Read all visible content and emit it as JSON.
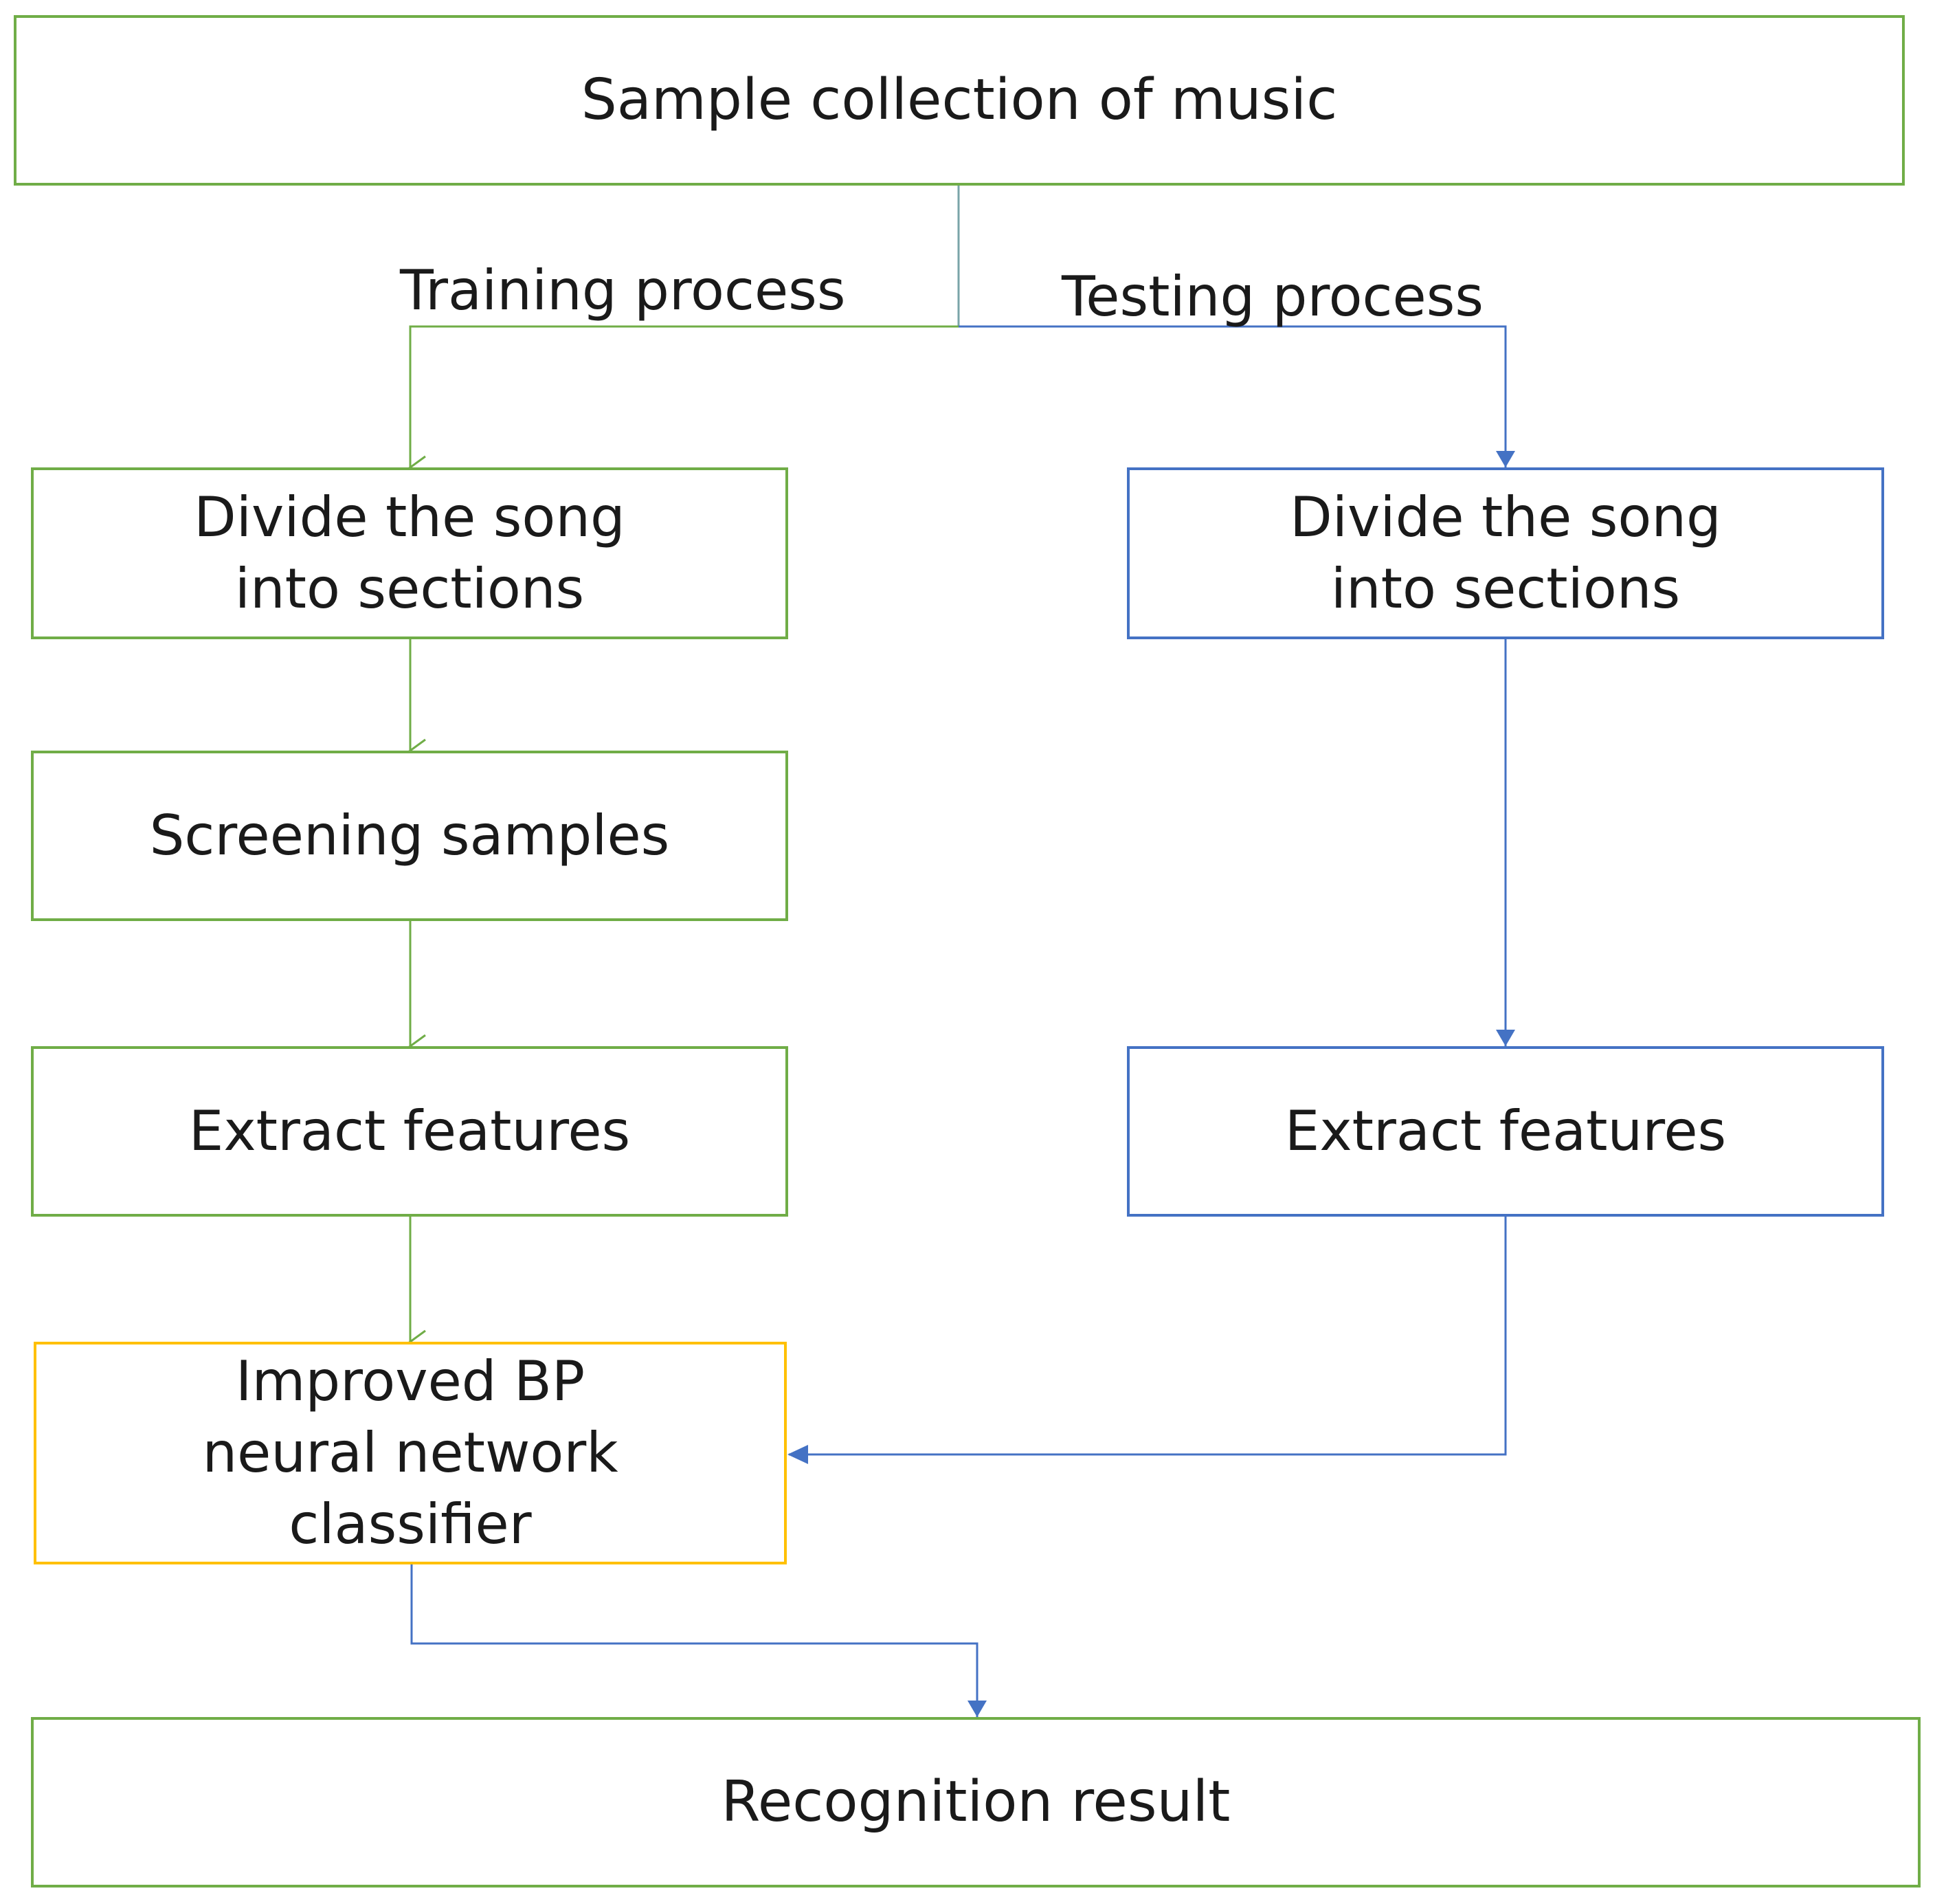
{
  "colors": {
    "training": "#70ad47",
    "testing": "#4472c4",
    "classifier": "#ffc000",
    "text": "#1a1a1a"
  },
  "nodes": {
    "sample_collection": "Sample collection of music",
    "train_divide": "Divide the song into sections",
    "train_screening": "Screening samples",
    "train_extract": "Extract features",
    "classifier": "Improved BP neural network classifier",
    "test_divide": "Divide the song into sections",
    "test_extract": "Extract features",
    "result": "Recognition result"
  },
  "branch_labels": {
    "training": "Training process",
    "testing": "Testing process"
  }
}
